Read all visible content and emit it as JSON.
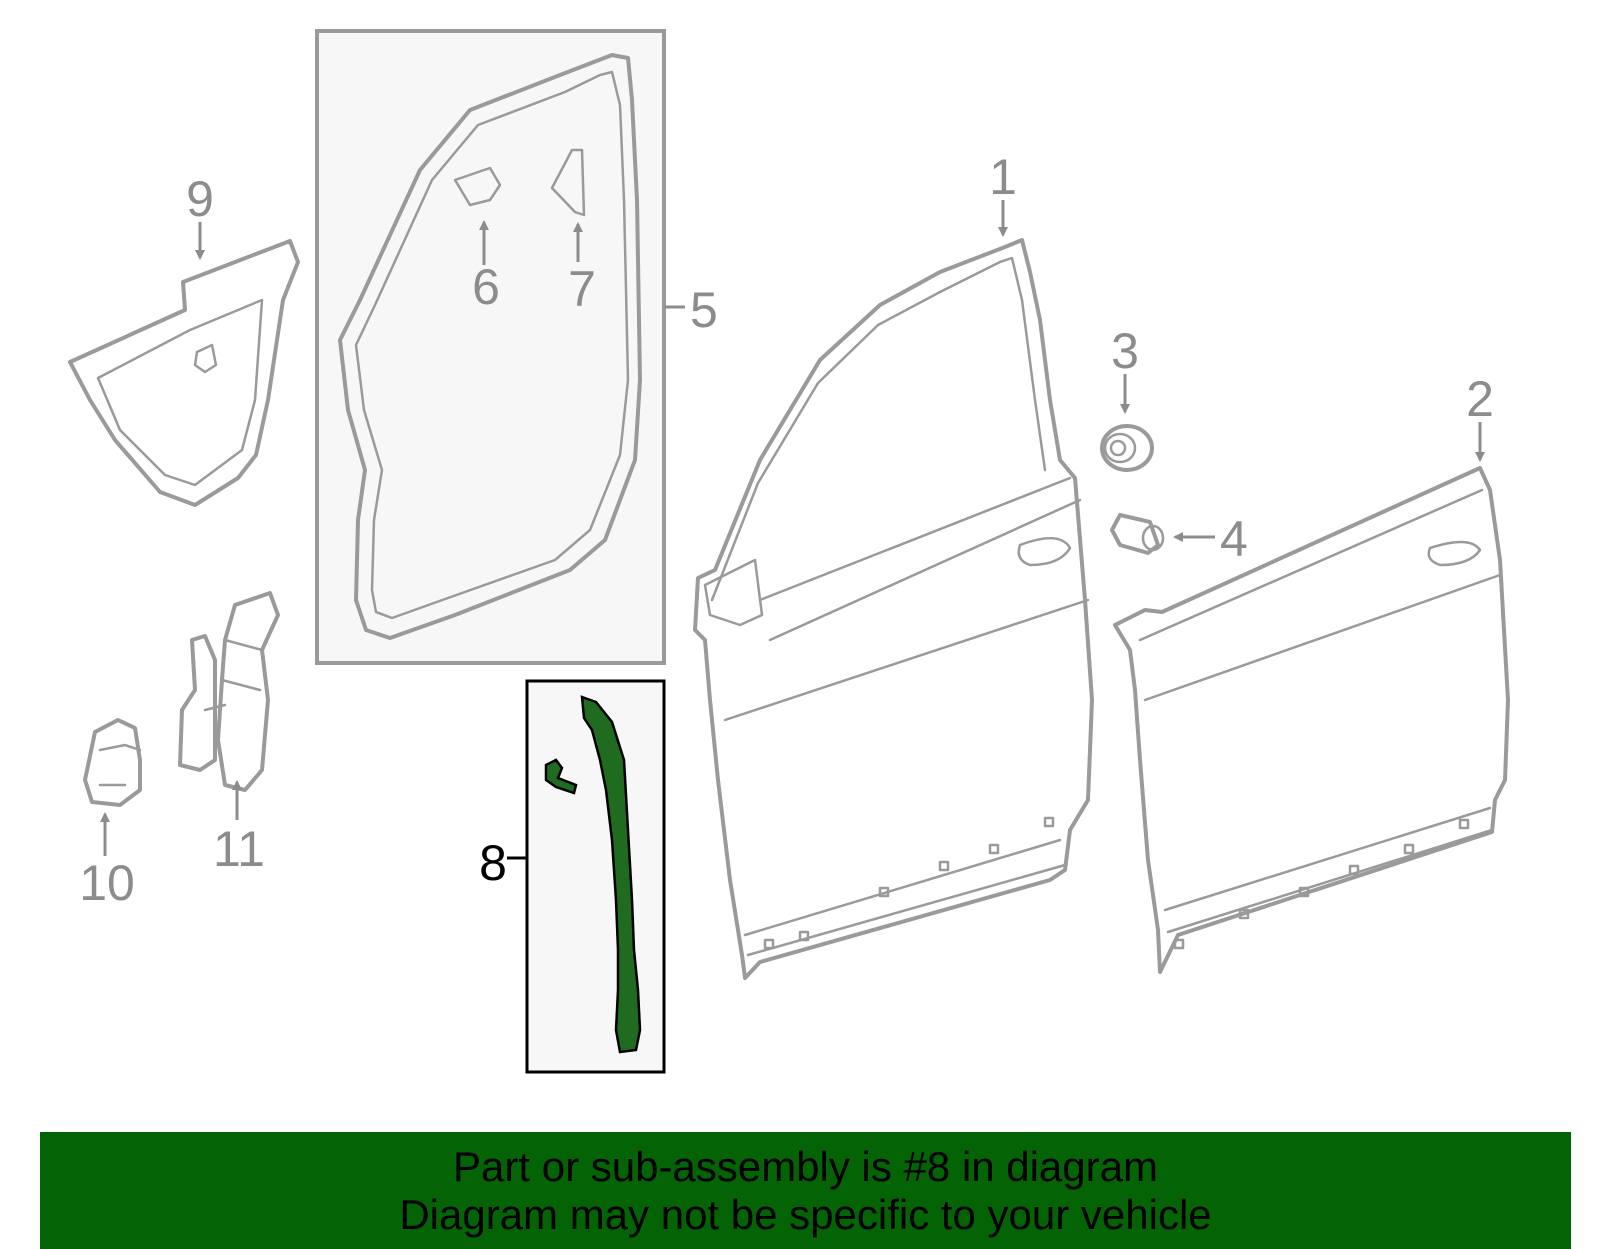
{
  "callouts": {
    "c1": "1",
    "c2": "2",
    "c3": "3",
    "c4": "4",
    "c5": "5",
    "c6": "6",
    "c7": "7",
    "c8": "8",
    "c9": "9",
    "c10": "10",
    "c11": "11"
  },
  "highlighted_part": "8",
  "banner": {
    "line1": "Part or sub-assembly is #8 in diagram",
    "line2": "Diagram may not be specific to your vehicle",
    "background_color": "#046304"
  },
  "colors": {
    "part_outline": "#9a9a9a",
    "highlight_fill": "#1f6b1f",
    "inset_background": "#f7f7f7"
  }
}
